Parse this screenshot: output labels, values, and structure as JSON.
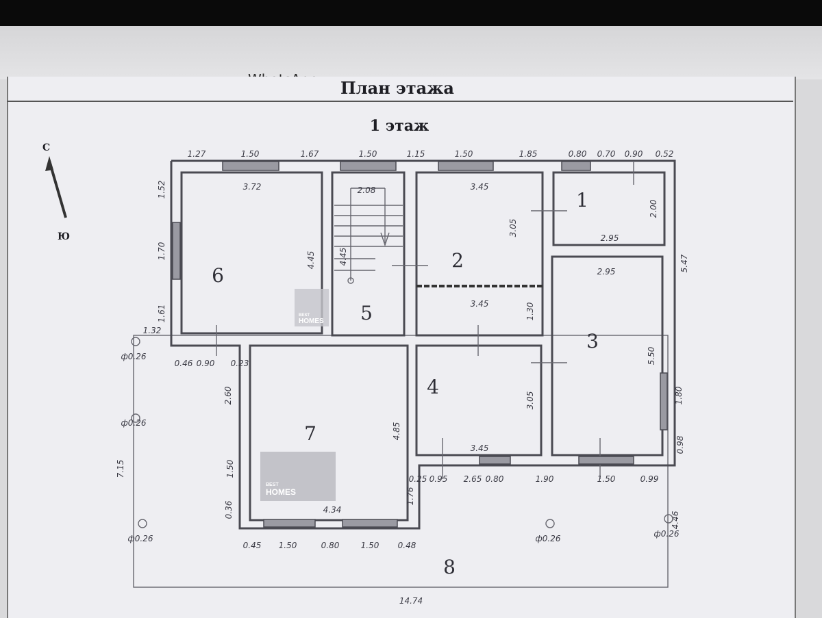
{
  "window": {
    "app_title": "WhatsApp"
  },
  "plan": {
    "title": "План этажа",
    "floor": "1 этаж",
    "compass": {
      "north": "С",
      "south": "Ю"
    },
    "watermark": [
      "BEST",
      "HOMES"
    ],
    "rooms": [
      "1",
      "2",
      "3",
      "4",
      "5",
      "6",
      "7",
      "8"
    ],
    "dims_top": [
      "1.27",
      "1.50",
      "1.67",
      "1.50",
      "1.15",
      "1.50",
      "1.85",
      "0.80",
      "0.70",
      "0.90",
      "0.52"
    ],
    "dims_inner": [
      "3.72",
      "2.08",
      "3.45",
      "2.95",
      "2.00",
      "3.05",
      "4.45",
      "4.45",
      "2.95",
      "3.45",
      "1.30",
      "5.47",
      "5.50",
      "1.80",
      "0.98",
      "1.52",
      "1.70",
      "1.61",
      "1.32",
      "0.46",
      "0.90",
      "0.23",
      "2.60",
      "1.50",
      "0.36",
      "7.15",
      "4.85",
      "4.34",
      "3.45",
      "3.05",
      "0.25",
      "0.95",
      "2.65",
      "0.80",
      "1.90",
      "1.50",
      "0.99",
      "1.76",
      "0.45",
      "1.50",
      "0.80",
      "1.50",
      "0.48",
      "4.46",
      "14.74"
    ],
    "columns": [
      "ф0.26",
      "ф0.26",
      "ф0.26",
      "ф0.26",
      "ф0.26"
    ]
  },
  "colors": {
    "wall": "#4a4a52",
    "paper": "#eeeef2"
  }
}
